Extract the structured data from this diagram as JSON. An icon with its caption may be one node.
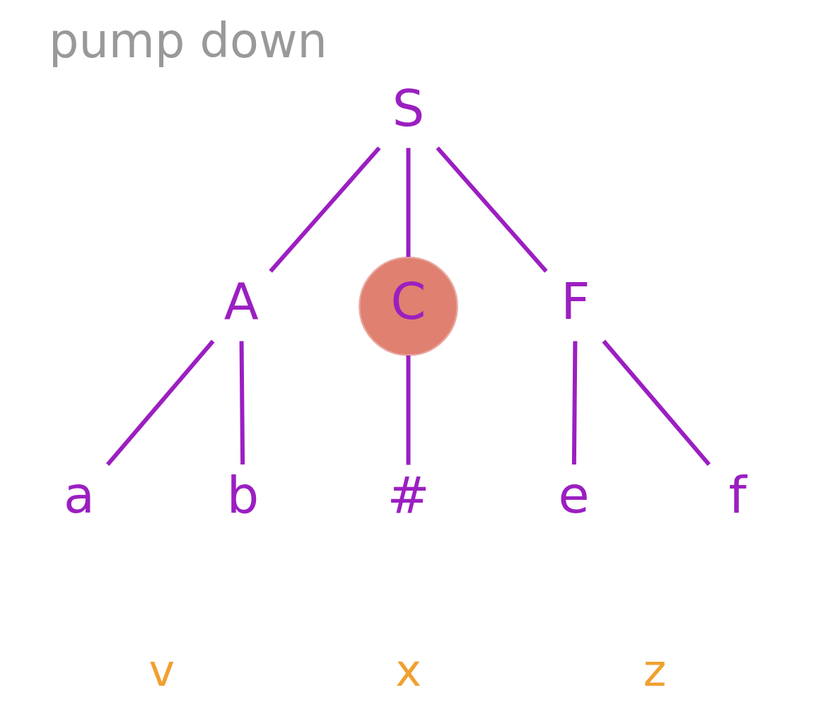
{
  "diagram": {
    "title": "pump down",
    "nodes": [
      {
        "text": [
          "S"
        ]
      },
      {
        "text": [
          "A"
        ]
      },
      {
        "text": [
          "C"
        ]
      },
      {
        "text": [
          "F"
        ]
      },
      {
        "text": [
          "#"
        ]
      },
      {
        "text": [
          "a"
        ]
      },
      {
        "text": [
          "b"
        ]
      },
      {
        "text": [
          "e"
        ]
      },
      {
        "text": [
          "f"
        ]
      }
    ],
    "edges": [
      {
        "from": 0,
        "to": 1,
        "arrow": "none"
      },
      {
        "from": 0,
        "to": 2,
        "arrow": "none"
      },
      {
        "from": 0,
        "to": 3,
        "arrow": "none"
      },
      {
        "from": 1,
        "to": 5,
        "arrow": "none"
      },
      {
        "from": 1,
        "to": 6,
        "arrow": "none"
      },
      {
        "from": 2,
        "to": 4,
        "arrow": "none"
      },
      {
        "from": 3,
        "to": 7,
        "arrow": "none"
      },
      {
        "from": 3,
        "to": 8,
        "arrow": "none"
      }
    ],
    "labels": [
      "x",
      "v",
      "z"
    ]
  }
}
